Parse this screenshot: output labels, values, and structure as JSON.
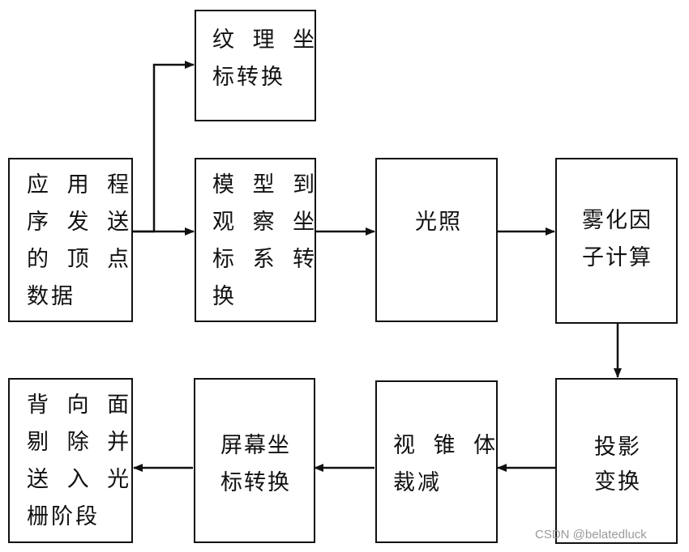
{
  "nodes": {
    "texture": {
      "lines": [
        "纹 理 坐",
        "标转换"
      ]
    },
    "app_vertex": {
      "lines": [
        "应 用 程",
        "序 发 送",
        "的 顶 点",
        "数据"
      ]
    },
    "model_view": {
      "lines": [
        "模 型 到",
        "观 察 坐",
        "标 系 转",
        "换"
      ]
    },
    "lighting": {
      "lines": [
        "光照"
      ]
    },
    "fog": {
      "lines": [
        "雾化因",
        "子计算"
      ]
    },
    "projection": {
      "lines": [
        "投影",
        "变换"
      ]
    },
    "frustum": {
      "lines": [
        "视 锥 体",
        "裁减"
      ]
    },
    "screen": {
      "lines": [
        "屏幕坐",
        "标转换"
      ]
    },
    "backface": {
      "lines": [
        "背 向 面",
        "剔 除 并",
        "送 入 光",
        "栅阶段"
      ]
    }
  },
  "watermark": "CSDN @belatedluck"
}
